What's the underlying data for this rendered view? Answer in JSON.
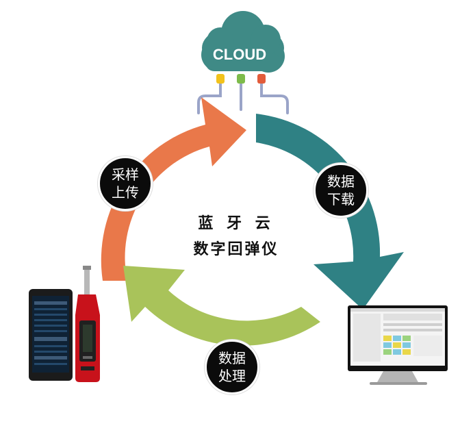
{
  "cloud": {
    "label": "CLOUD"
  },
  "center": {
    "line1": "蓝 牙 云",
    "line2": "数字回弹仪"
  },
  "steps": [
    {
      "line1": "采样",
      "line2": "上传"
    },
    {
      "line1": "数据",
      "line2": "下载"
    },
    {
      "line1": "数据",
      "line2": "处理"
    }
  ],
  "colors": {
    "cloud": "#3f8a86",
    "upload_arrow": "#e9784a",
    "download_arrow": "#2f8184",
    "process_arrow": "#a9c35a",
    "badge": "#0b0b0b",
    "wire": "#9aa4c8",
    "plug_yellow": "#f2c21b",
    "plug_green": "#7dbb4a",
    "plug_red": "#e25c3b"
  },
  "devices": {
    "phone": "phone-icon",
    "rebound_hammer": "rebound-hammer-icon",
    "monitor": "monitor-icon"
  }
}
